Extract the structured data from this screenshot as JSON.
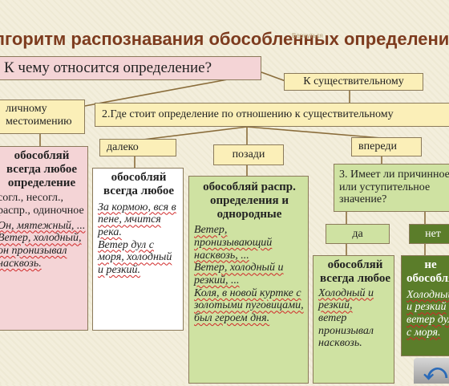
{
  "title": "лгоритм распознавания обособленных определений",
  "nav_link": "Вернуться",
  "question1": "К чему относится определение?",
  "to_noun": "К существительному",
  "to_pronoun": "личному\nместоимению",
  "question2": "2.Где стоит определение по отношению к существительному",
  "positions": {
    "far": "далеко",
    "after": "позади",
    "before": "впереди"
  },
  "question3": "3. Имеет ли причинное или уступительное значение?",
  "answers": {
    "yes": "да",
    "no": "нет"
  },
  "boxes": {
    "pronoun": {
      "heading": "обособляй всегда любое определение",
      "kinds": "согл., несогл., распр., одиночное",
      "example_a": "Он, мятежный, ...",
      "example_b": "Ветер, холодный, он пронизывал насквозь."
    },
    "far": {
      "heading": "обособляй всегда любое",
      "example_a": "За кормою, вся в пене, мчится река.",
      "example_b": "Ветер дул с моря, холодный и резкий."
    },
    "after": {
      "heading": "обособляй распр. определения и однородные",
      "example_a": "Ветер, пронизывающий насквозь, ...",
      "example_b": "Ветер, холодный и резкий, ...",
      "example_c": "Коля, в новой куртке с золотыми пуговицами, был героем дня."
    },
    "yes": {
      "heading": "обособляй всегда любое",
      "example_a": "Холодный и резкий,",
      "example_b": "ветер пронизывал насквозь."
    },
    "no": {
      "heading": "не обособляй",
      "example_a": "Холодный и резкий ветер дул с моря."
    }
  },
  "colors": {
    "title": "#7d3b1e",
    "pink": "#f4d4d6",
    "beige": "#fbefb8",
    "green": "#cfe2a2",
    "dark_green": "#5b7d2a"
  }
}
